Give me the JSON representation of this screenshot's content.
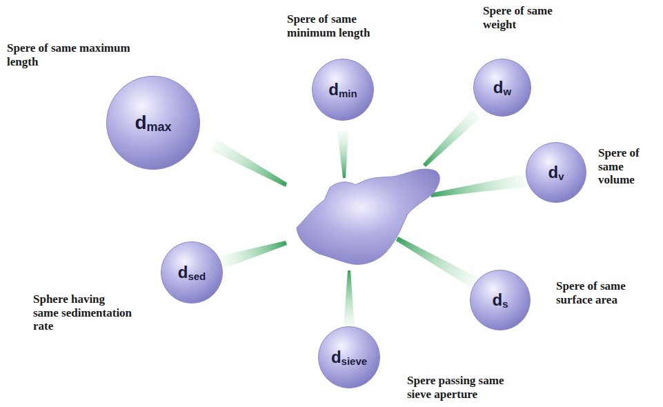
{
  "diagram": {
    "nodes": [
      {
        "text": [
          "d",
          "max",
          "Spere of same maximum length"
        ]
      },
      {
        "text": [
          "d",
          "min",
          "Spere of same minimum length"
        ]
      },
      {
        "text": [
          "d",
          "w",
          "Spere of same weight"
        ]
      },
      {
        "text": [
          "d",
          "v",
          "Spere of same volume"
        ]
      },
      {
        "text": [
          "d",
          "sed",
          "Sphere having same sedimentation rate"
        ]
      },
      {
        "text": [
          "d",
          "s",
          "Spere of same surface area"
        ]
      },
      {
        "text": [
          "d",
          "sieve",
          "Spere passing same sieve aperture"
        ]
      }
    ]
  }
}
